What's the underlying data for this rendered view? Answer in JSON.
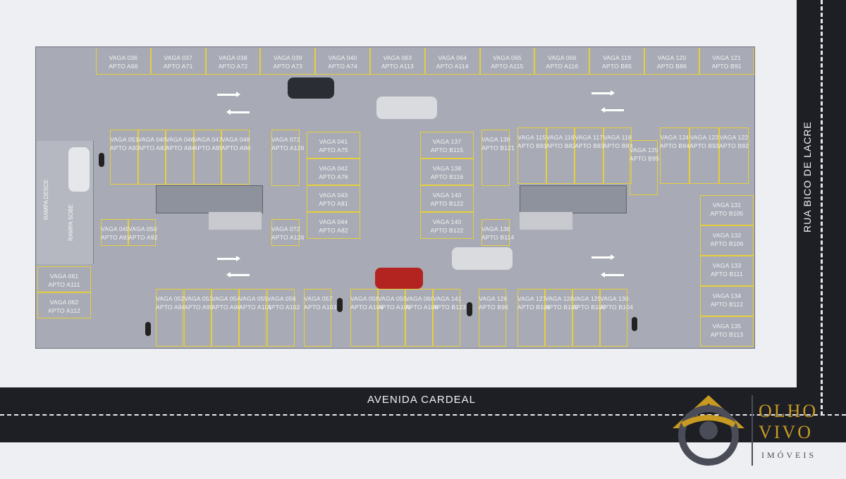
{
  "streets": {
    "bottom": "AVENIDA CARDEAL",
    "right": "RUA BICO DE LACRE"
  },
  "ramps": {
    "down": "RAMPA DESCE",
    "up": "RAMPA SOBE"
  },
  "brand": {
    "line1": "OLHO",
    "line2": "VIVO",
    "line3": "IMÓVEIS",
    "color": "#c79a22"
  },
  "spots": {
    "top": [
      "VAGA 036\nAPTO A66",
      "VAGA 037\nAPTO A71",
      "VAGA 038\nAPTO A72",
      "VAGA 039\nAPTO A73",
      "VAGA 040\nAPTO A74",
      "VAGA 063\nAPTO A113",
      "VAGA 064\nAPTO A114",
      "VAGA 065\nAPTO A115",
      "VAGA 066\nAPTO A116",
      "VAGA 119\nAPTO B85",
      "VAGA 120\nAPTO B86",
      "VAGA 121\nAPTO B91"
    ],
    "left_upper": [
      "VAGA 051\nAPTO A93",
      "VAGA 045\nAPTO A83",
      "VAGA 046\nAPTO A84",
      "VAGA 047\nAPTO A85",
      "VAGA 048\nAPTO A86"
    ],
    "left_lower": [
      "VAGA 049\nAPTO A91",
      "VAGA 050\nAPTO A92"
    ],
    "col_072": [
      "VAGA 072\nAPTO A126",
      "VAGA 072\nAPTO A126"
    ],
    "center_left": [
      "VAGA 041\nAPTO A75",
      "VAGA 042\nAPTO A76",
      "VAGA 043\nAPTO A81",
      "VAGA 044\nAPTO A82"
    ],
    "center_right": [
      "VAGA 137\nAPTO B115",
      "VAGA 138\nAPTO B116",
      "VAGA 140\nAPTO B122",
      "VAGA 140\nAPTO B122"
    ],
    "col_139": [
      "VAGA 139\nAPTO B121",
      "VAGA 136\nAPTO B114"
    ],
    "right_upper": [
      "VAGA 115\nAPTO B81",
      "VAGA 116\nAPTO B82",
      "VAGA 117\nAPTO B83",
      "VAGA 118\nAPTO B84"
    ],
    "far_right_upper": [
      "VAGA 124\nAPTO B94",
      "VAGA 123\nAPTO B93",
      "VAGA 122\nAPTO B92"
    ],
    "v125": "VAGA 125\nAPTO B95",
    "right_stack": [
      "VAGA 131\nAPTO B105",
      "VAGA 132\nAPTO B106",
      "VAGA 133\nAPTO B111",
      "VAGA 134\nAPTO B112",
      "VAGA 135\nAPTO B113"
    ],
    "left_stack": [
      "VAGA 061\nAPTO A111",
      "VAGA 062\nAPTO A112"
    ],
    "bottom": [
      "VAGA 052\nAPTO A94",
      "VAGA 053\nAPTO A95",
      "VAGA 054\nAPTO A96",
      "VAGA 055\nAPTO A101",
      "VAGA 056\nAPTO A102",
      "VAGA 057\nAPTO A103",
      "VAGA 058\nAPTO A104",
      "VAGA 059\nAPTO A105",
      "VAGA 060\nAPTO A106",
      "VAGA 141\nAPTO B123",
      "VAGA 126\nAPTO B96",
      "VAGA 127\nAPTO B101",
      "VAGA 128\nAPTO B102",
      "VAGA 129\nAPTO B103",
      "VAGA 130\nAPTO B104"
    ]
  }
}
